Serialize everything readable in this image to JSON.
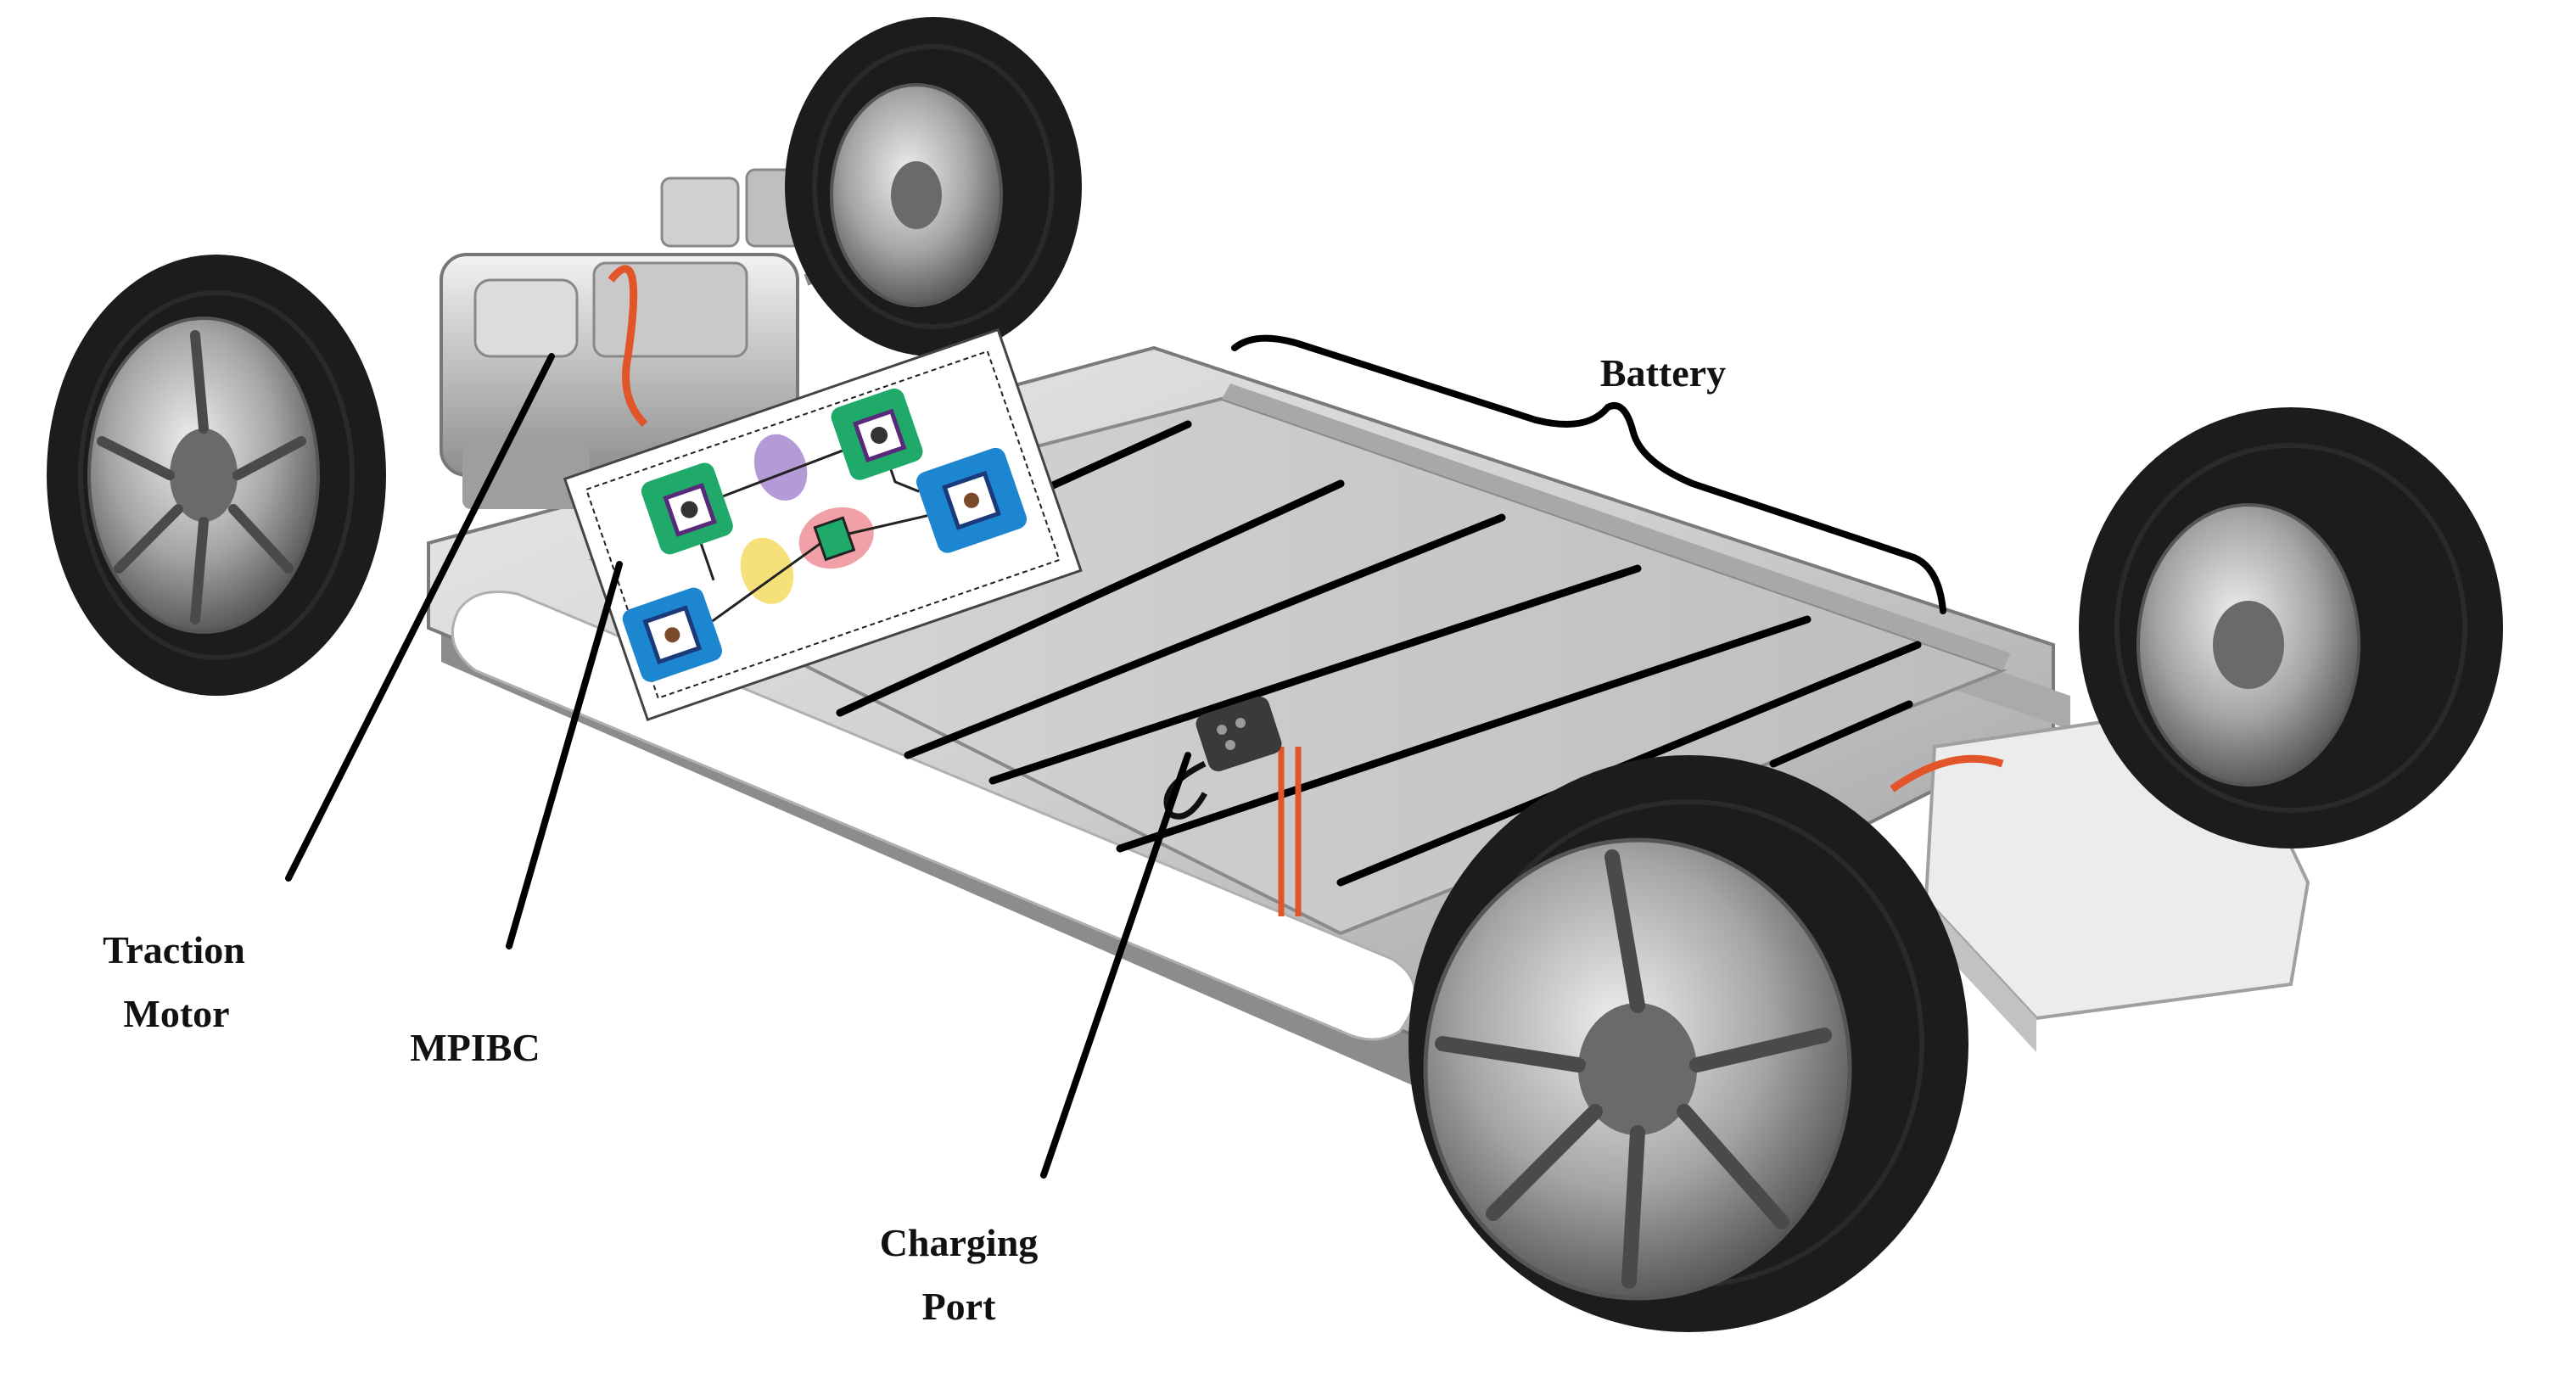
{
  "labels": {
    "battery": "Battery",
    "traction_motor_line1": "Traction",
    "traction_motor_line2": "Motor",
    "mpibc": "MPIBC",
    "charging_port_line1": "Charging",
    "charging_port_line2": "Port"
  },
  "colors": {
    "background": "#ffffff",
    "chassis": "#d4d4d4",
    "battery_plate": "#c9c9c9",
    "tire": "#1a1a1a",
    "rim": "#a9a9a9",
    "cable": "#e2542a",
    "circuit_green": "#1faa6a",
    "circuit_blue": "#1d86d0",
    "circuit_purple": "#b49ad6",
    "circuit_pink": "#f2a0a8",
    "circuit_yellow": "#f5e07a"
  },
  "icons": {
    "wheel": "wheel-icon",
    "motor": "motor-icon",
    "port": "charging-port-icon",
    "circuit": "mpibc-circuit-icon"
  }
}
